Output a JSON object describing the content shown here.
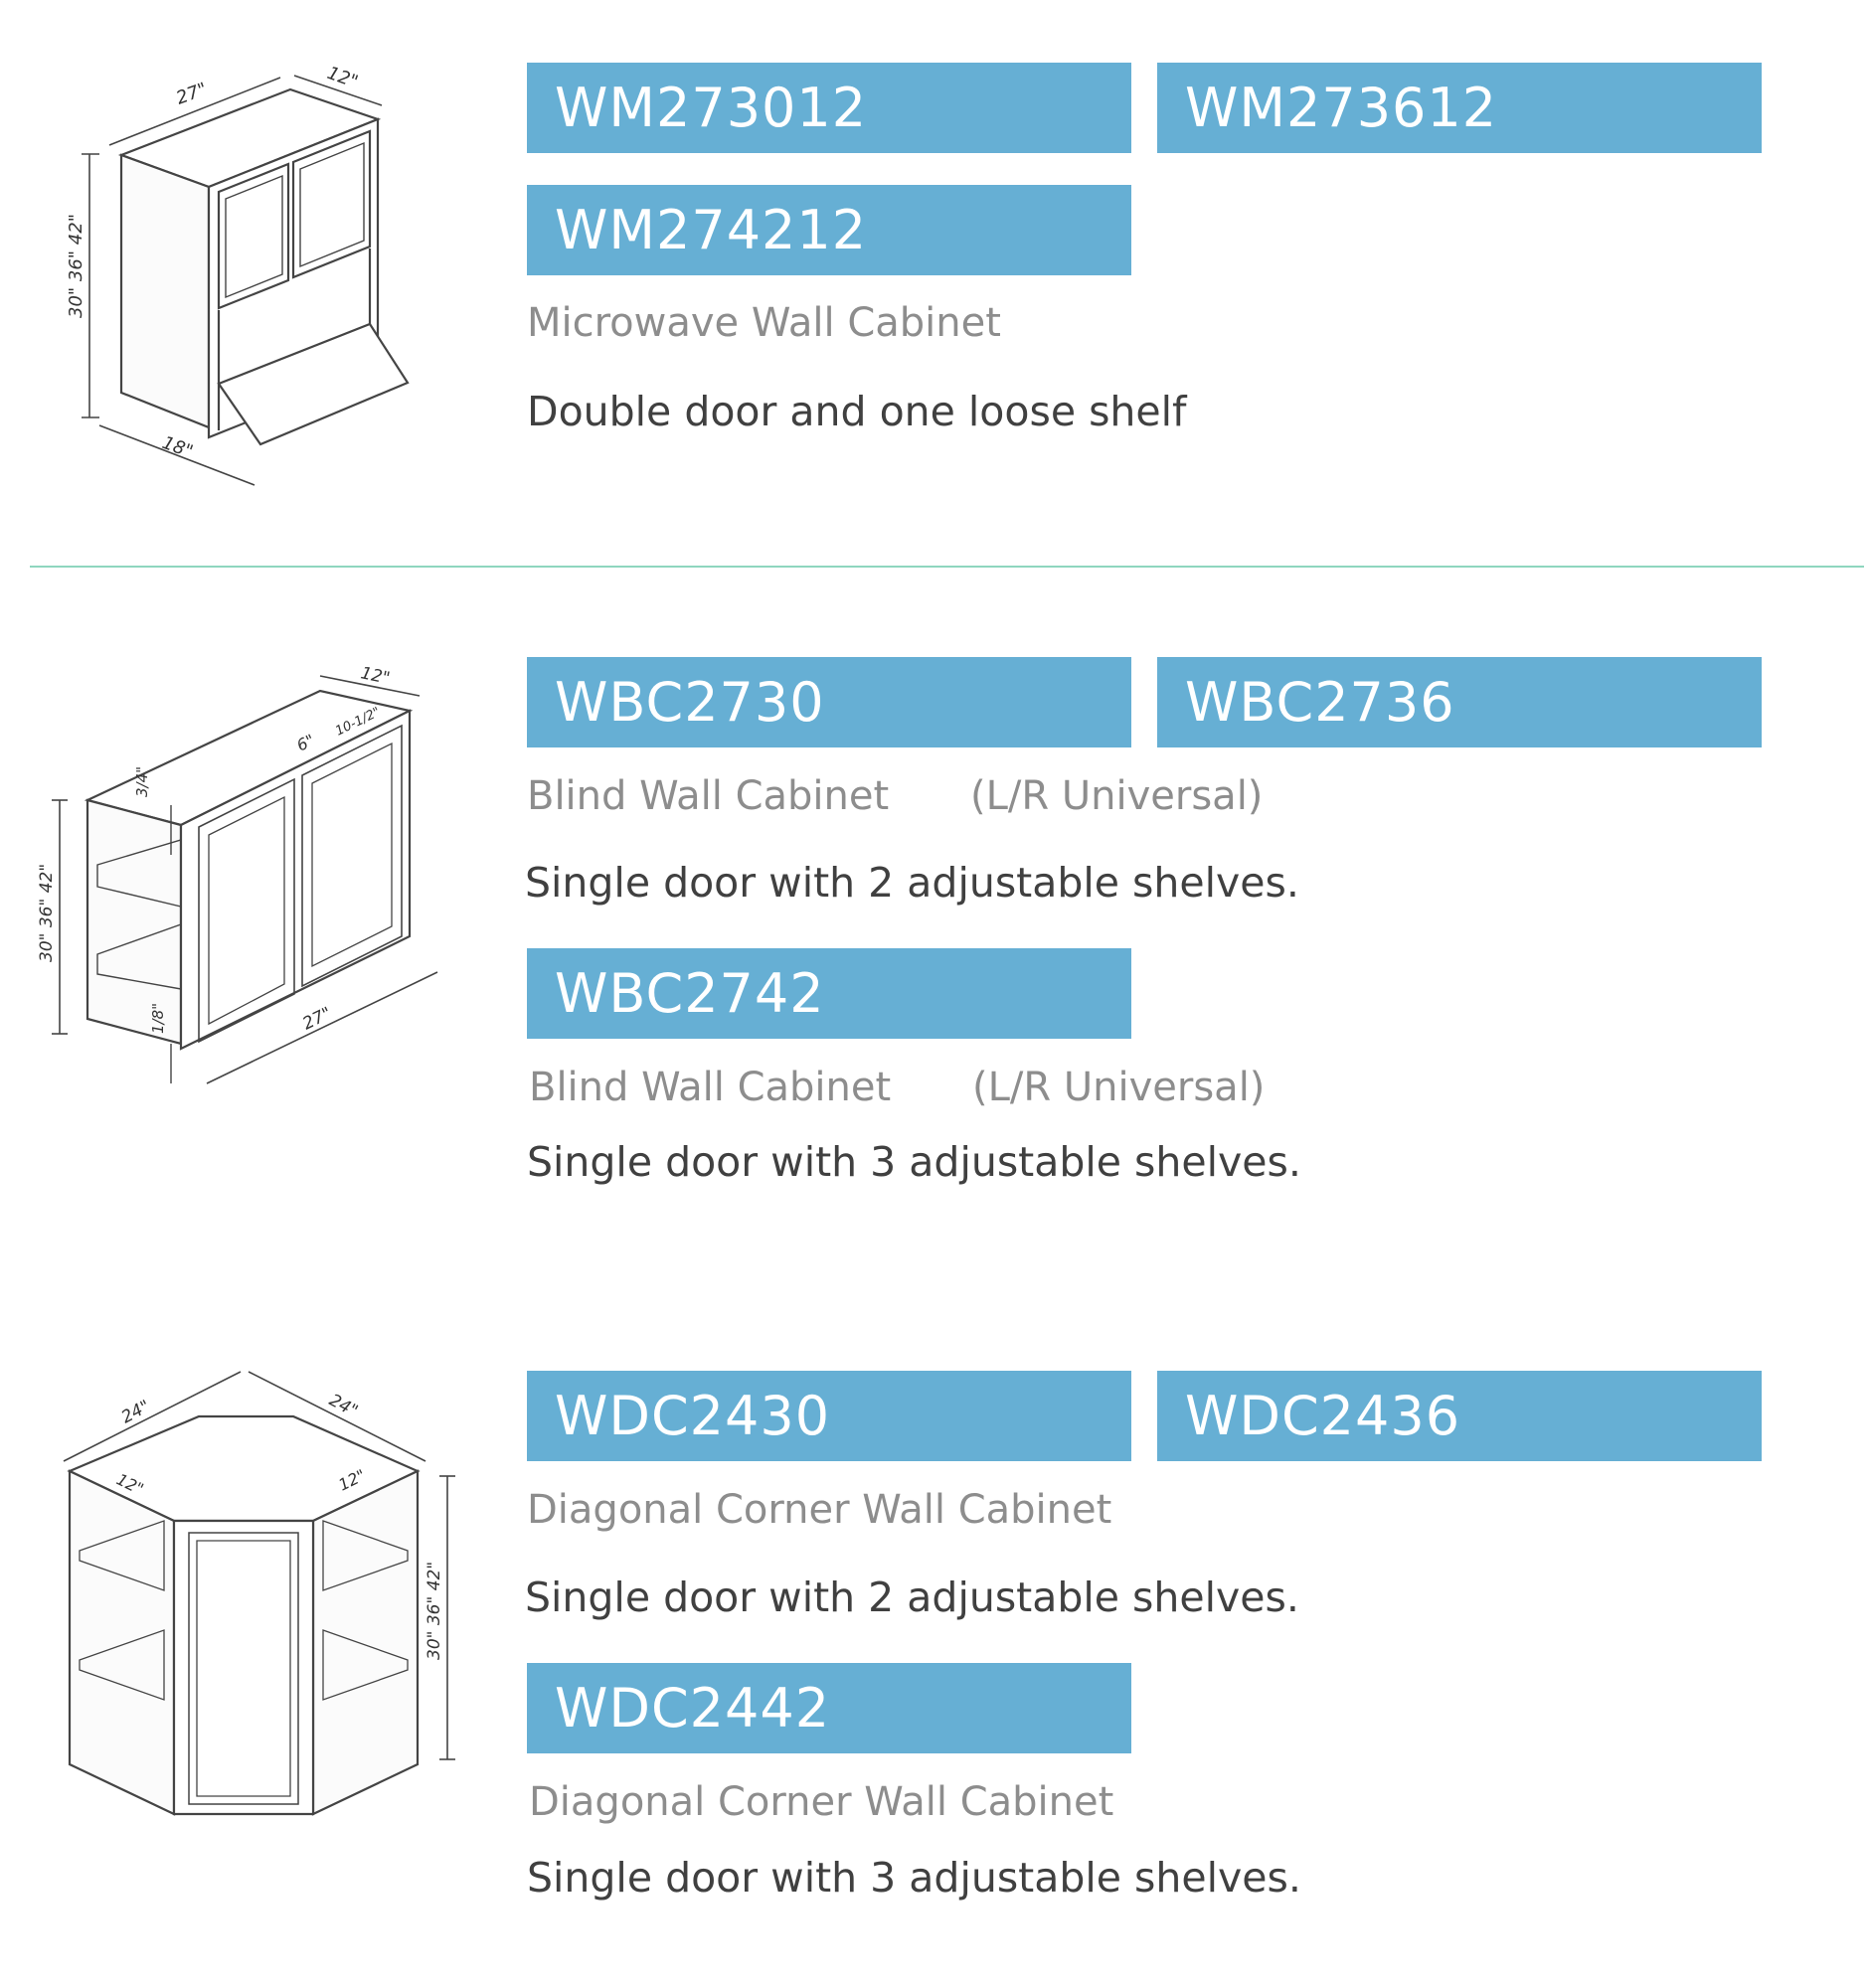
{
  "colors": {
    "code_bg": "#66afd4",
    "code_text": "#ffffff",
    "title": "#8d8d8d",
    "desc": "#404040",
    "divider": "#8fd6bf"
  },
  "sections": [
    {
      "drawing": {
        "icon": "microwave-wall-cabinet-drawing",
        "dims": {
          "width": "27\"",
          "depth": "12\"",
          "shelf": "18\"",
          "height": "30\" 36\" 42\""
        }
      },
      "codes": [
        "WM273012",
        "WM273612",
        "WM274212"
      ],
      "title": "Microwave Wall Cabinet",
      "description": "Double door and one loose shelf"
    },
    {
      "drawing": {
        "icon": "blind-wall-cabinet-drawing",
        "dims": {
          "depth": "12\"",
          "front": "6\"",
          "blind": "10-1/2\"",
          "top": "3/4\"",
          "width": "27\"",
          "bottom": "1/8\"",
          "height": "30\" 36\" 42\""
        }
      },
      "codes": [
        "WBC2730",
        "WBC2736",
        "WBC2742"
      ],
      "title": "Blind Wall Cabinet",
      "note": "(L/R Universal)",
      "description": "Single door with 2 adjustable shelves.",
      "title_b": "Blind Wall Cabinet",
      "note_b": "(L/R Universal)",
      "description_b": "Single door with 3 adjustable shelves."
    },
    {
      "drawing": {
        "icon": "diagonal-corner-wall-cabinet-drawing",
        "dims": {
          "side_left": "24\"",
          "side_right": "24\"",
          "return_left": "12\"",
          "return_right": "12\"",
          "height": "30\" 36\" 42\""
        }
      },
      "codes": [
        "WDC2430",
        "WDC2436",
        "WDC2442"
      ],
      "title": "Diagonal Corner Wall Cabinet",
      "description": "Single door with 2 adjustable shelves.",
      "title_b": "Diagonal Corner Wall Cabinet",
      "description_b": "Single door with 3 adjustable shelves."
    }
  ]
}
